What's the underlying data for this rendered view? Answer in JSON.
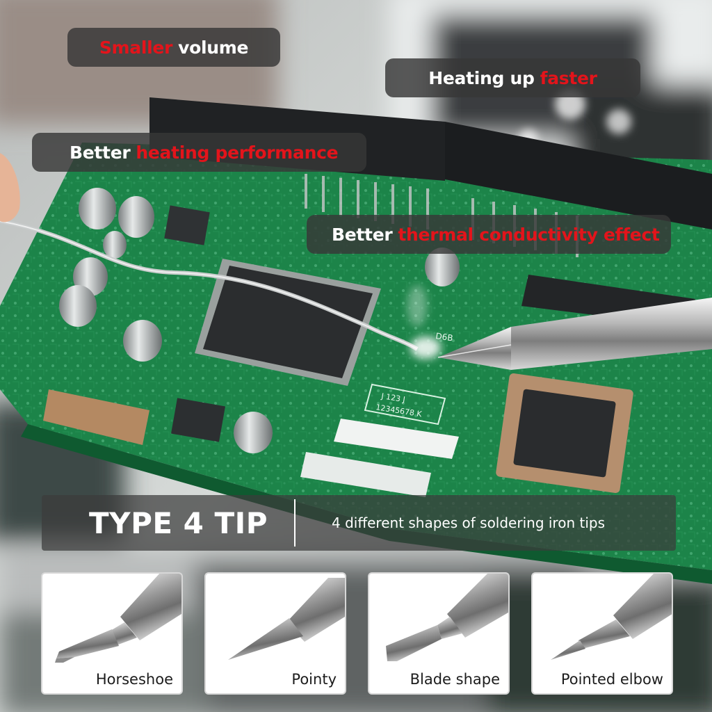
{
  "callouts": [
    {
      "id": "volume",
      "parts": [
        {
          "text": "Smaller",
          "highlight": true
        },
        {
          "text": "volume",
          "highlight": false
        }
      ]
    },
    {
      "id": "heating",
      "parts": [
        {
          "text": "Heating up",
          "highlight": false
        },
        {
          "text": "faster",
          "highlight": true
        }
      ]
    },
    {
      "id": "performance",
      "parts": [
        {
          "text": "Better",
          "highlight": false
        },
        {
          "text": "heating performance",
          "highlight": true
        }
      ]
    },
    {
      "id": "thermal",
      "parts": [
        {
          "text": "Better",
          "highlight": false
        },
        {
          "text": "thermal conductivity effect",
          "highlight": true
        }
      ]
    }
  ],
  "type_bar": {
    "title": "TYPE 4 TIP",
    "description": "4 different shapes of soldering iron tips"
  },
  "tips": [
    {
      "label": "Horseshoe",
      "shape": "horseshoe"
    },
    {
      "label": "Pointy",
      "shape": "pointy"
    },
    {
      "label": "Blade shape",
      "shape": "blade"
    },
    {
      "label": "Pointed elbow",
      "shape": "elbow"
    }
  ],
  "board_markings": {
    "chip_label": "D6B",
    "pad_rows": [
      "J  123  J",
      "12345678  K"
    ]
  },
  "colors": {
    "highlight": "#e3141b",
    "pcb_green": "#1f8a4c",
    "pill_bg": "#373737"
  }
}
